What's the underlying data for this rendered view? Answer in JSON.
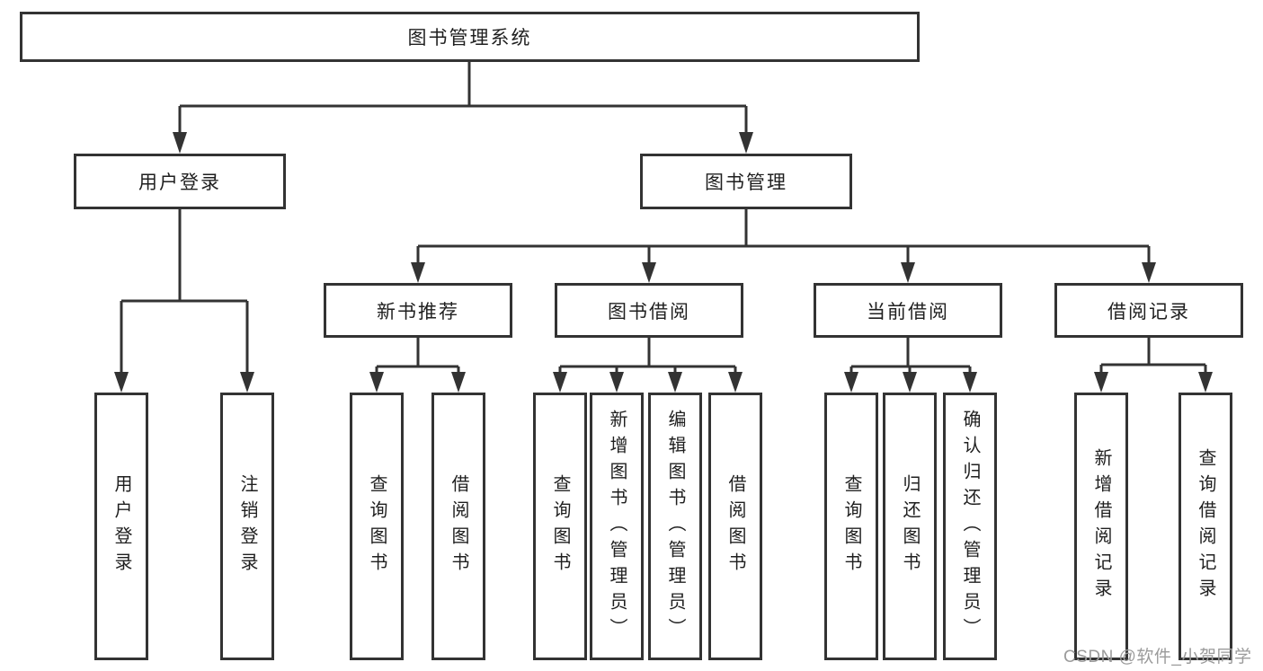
{
  "diagram": {
    "title": "图书管理系统",
    "root": {
      "label": "图书管理系统"
    },
    "branches": [
      {
        "label": "用户登录",
        "children": [
          {
            "label": "用户登录"
          },
          {
            "label": "注销登录"
          }
        ]
      },
      {
        "label": "图书管理",
        "children": [
          {
            "label": "新书推荐",
            "children": [
              {
                "label": "查询图书"
              },
              {
                "label": "借阅图书"
              }
            ]
          },
          {
            "label": "图书借阅",
            "children": [
              {
                "label": "查询图书"
              },
              {
                "label": "新增图书（管理员）"
              },
              {
                "label": "编辑图书（管理员）"
              },
              {
                "label": "借阅图书"
              }
            ]
          },
          {
            "label": "当前借阅",
            "children": [
              {
                "label": "查询图书"
              },
              {
                "label": "归还图书"
              },
              {
                "label": "确认归还（管理员）"
              }
            ]
          },
          {
            "label": "借阅记录",
            "children": [
              {
                "label": "新增借阅记录"
              },
              {
                "label": "查询借阅记录"
              }
            ]
          }
        ]
      }
    ],
    "colors": {
      "line": "#333333",
      "text": "#1f1f1f",
      "background": "#ffffff",
      "watermark_gray": "#9b9b9b"
    }
  },
  "watermark": {
    "text": "CSDN @软件_小贺同学"
  }
}
